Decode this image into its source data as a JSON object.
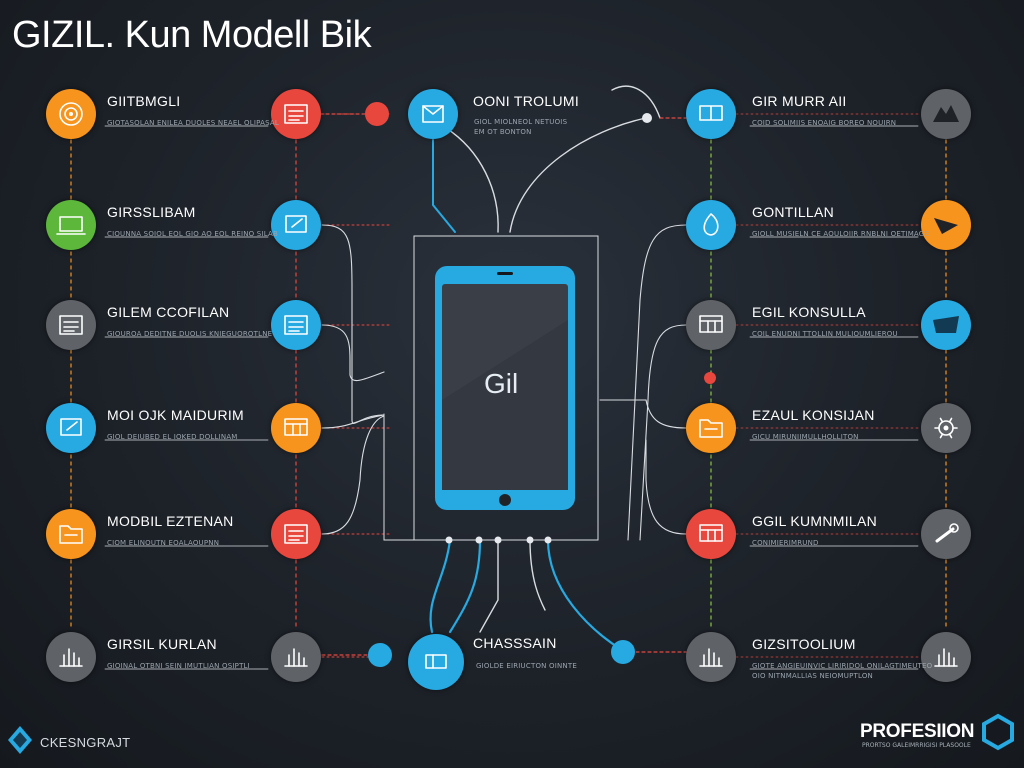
{
  "title": "GIZIL. Kun Modell Bik",
  "phone": {
    "screen_text": "Gil"
  },
  "colors": {
    "orange": "#f7941d",
    "green": "#5cb73b",
    "gray": "#5f6368",
    "blue": "#27a9e1",
    "red": "#e8473e",
    "line": "#d9dde2",
    "dash_red": "#e8473e",
    "dash_orange": "#f7941d",
    "dash_green": "#8cc63f"
  },
  "left_items": [
    {
      "label": "GIITBMGLI",
      "sub": "GIOTASOLAN ENILEA DUOLES NEAEL OLIPASAL",
      "icon": "speaker-icon",
      "color": "orange",
      "link_icon": "document-icon",
      "link_color": "red"
    },
    {
      "label": "GIRSSLIBAM",
      "sub": "CIOUNNA SOIOL EOL GIO AO EOL REINO SILAB",
      "icon": "laptop-icon",
      "color": "green",
      "link_icon": "tablet-icon",
      "link_color": "blue"
    },
    {
      "label": "GILEM CCOFILAN",
      "sub": "GIOUROA DEDITNE DUOLIS KNIEGUOROTLNE",
      "icon": "server-icon",
      "color": "gray",
      "link_icon": "window-icon",
      "link_color": "blue"
    },
    {
      "label": "MOI OJK MAIDURIM",
      "sub": "GIOL DEIUBED EL IOKED DOLLINAM",
      "icon": "pen-icon",
      "color": "blue",
      "link_icon": "monitor-icon",
      "link_color": "orange"
    },
    {
      "label": "MODBIL EZTENAN",
      "sub": "CIOM ELINOUTN EOALAOUPNN",
      "icon": "folder-icon",
      "color": "orange",
      "link_icon": "list-icon",
      "link_color": "red"
    },
    {
      "label": "GIRSIL KURLAN",
      "sub": "GIOINAL OTBNI SEIN IMUTLIAN OSIPTLI",
      "icon": "chart-icon",
      "color": "gray",
      "link_icon": "graph-icon",
      "link_color": "gray"
    }
  ],
  "right_items": [
    {
      "label": "GIR MURR AII",
      "sub": "COID SOLIMIIS ENOAIG BOREO NOUIRN",
      "icon": "mountain-icon",
      "color": "gray",
      "link_icon": "book-icon",
      "link_color": "blue"
    },
    {
      "label": "GONTILLAN",
      "sub": "GIOLL MUSIELN CE AOULOIIR RNBLNI OETIMAGE",
      "icon": "arrow-icon",
      "color": "orange",
      "link_icon": "flame-icon",
      "link_color": "blue"
    },
    {
      "label": "EGIL KONSULLA",
      "sub": "COIL ENUDNI TTOLLIN MULIOUMLIEROU",
      "icon": "envelope-icon",
      "color": "blue",
      "link_icon": "calendar-icon",
      "link_color": "gray"
    },
    {
      "label": "EZAUL KONSIJAN",
      "sub": "GICU MIRUNIIMULLHOLLITON",
      "icon": "gear-icon",
      "color": "gray",
      "link_icon": "clipboard-icon",
      "link_color": "orange"
    },
    {
      "label": "GGIL KUMNMILAN",
      "sub": "CONIMIERIMRUND",
      "icon": "wrench-icon",
      "color": "gray",
      "link_icon": "grid-icon",
      "link_color": "red"
    },
    {
      "label": "GIZSITOOLIUM",
      "sub": "GIOTE ANGIEUINVIC LIRIRIDOL ONILAGTIMEUTEO",
      "sub2": "OIO NITNMALLIAS NEIOMUPTLON",
      "icon": "city-icon",
      "color": "gray",
      "link_icon": "bar-chart-icon",
      "link_color": "gray"
    }
  ],
  "top_center": {
    "label": "OONI TROLUMI",
    "sub": "GIOL MIOLNEOL NETUOIS",
    "sub2": "EM OT BONTON",
    "icon": "box-icon",
    "color": "blue"
  },
  "bottom_center": {
    "label": "CHASSSAIN",
    "sub": "GIOLDE EIRIUCTON OINNTE",
    "icon": "car-icon",
    "color": "blue"
  },
  "footer": {
    "left_text": "CKESNGRAJT",
    "left_icon": "diamond-logo-icon",
    "right_text": "PROFESIION",
    "right_sub": "PRORTSO GALEIMRRIGISI PLASOOLE",
    "right_icon": "hexagon-logo-icon"
  }
}
